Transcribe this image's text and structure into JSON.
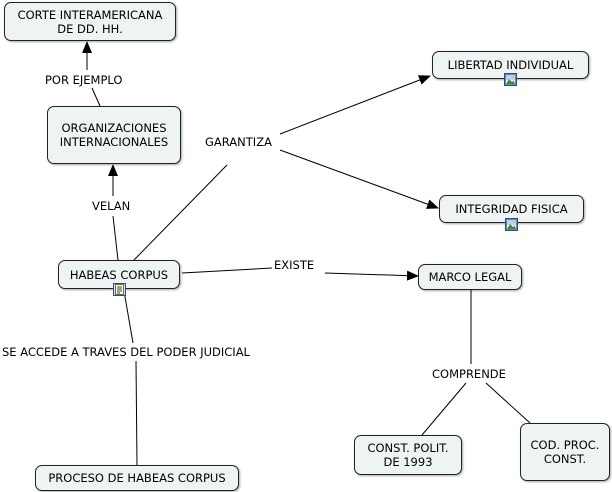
{
  "concepts": {
    "corte": "CORTE INTERAMERICANA\nDE DD. HH.",
    "organizaciones": "ORGANIZACIONES\nINTERNACIONALES",
    "libertad": "LIBERTAD INDIVIDUAL",
    "integridad": "INTEGRIDAD FISICA",
    "habeas": "HABEAS CORPUS",
    "marco": "MARCO LEGAL",
    "const_polit": "CONST. POLIT.\nDE 1993",
    "cod_proc": "COD. PROC.\nCONST.",
    "proceso": "PROCESO DE HABEAS CORPUS"
  },
  "linking_phrases": {
    "por_ejemplo": "POR EJEMPLO",
    "velan": "VELAN",
    "garantiza": "GARANTIZA",
    "existe": "EXISTE",
    "comprende": "COMPRENDE",
    "se_accede": "SE ACCEDE A TRAVES DEL PODER JUDICIAL"
  },
  "icons": {
    "libertad": "image-resource-icon",
    "integridad": "image-resource-icon",
    "habeas": "document-resource-icon"
  },
  "colors": {
    "concept_fill": "#eef3f3",
    "border": "#222222",
    "icon_frame": "#2a4f8f"
  }
}
